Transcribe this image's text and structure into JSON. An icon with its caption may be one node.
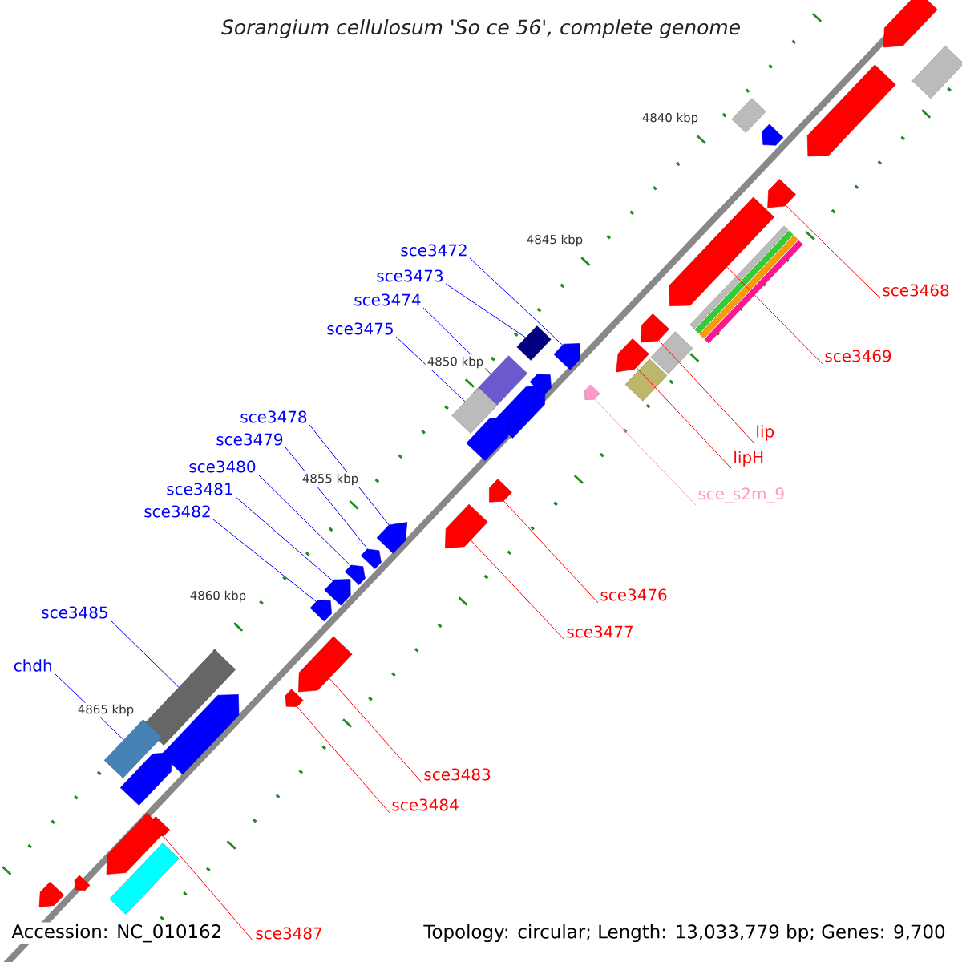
{
  "diagram": {
    "title": "Sorangium cellulosum 'So ce 56', complete genome",
    "nodes": [
      {
        "text": [
          "sce3472"
        ]
      },
      {
        "text": [
          "sce3473"
        ]
      },
      {
        "text": [
          "sce3468"
        ]
      },
      {
        "text": [
          "sce3474"
        ]
      },
      {
        "text": [
          "sce3475"
        ]
      },
      {
        "text": [
          "sce3469"
        ]
      },
      {
        "text": [
          "sce3478"
        ]
      },
      {
        "text": [
          "lip"
        ]
      },
      {
        "text": [
          "sce3479"
        ]
      },
      {
        "text": [
          "lipH"
        ]
      },
      {
        "text": [
          "sce3480"
        ]
      },
      {
        "text": [
          "sce3481"
        ]
      },
      {
        "text": [
          "sce_s2m_9"
        ]
      },
      {
        "text": [
          "sce3482"
        ]
      },
      {
        "text": [
          "sce3476"
        ]
      },
      {
        "text": [
          "sce3485"
        ]
      },
      {
        "text": [
          "sce3477"
        ]
      },
      {
        "text": [
          "chdh"
        ]
      },
      {
        "text": [
          "sce3483"
        ]
      },
      {
        "text": [
          "sce3484"
        ]
      },
      {
        "text": [
          "sce3487"
        ]
      },
      {
        "text": [],
        "shape": "arrow"
      },
      {
        "text": [],
        "shape": "arrow"
      },
      {
        "text": [],
        "shape": "arrow"
      },
      {
        "text": [],
        "shape": "box"
      },
      {
        "text": [],
        "shape": "arrow"
      },
      {
        "text": [],
        "shape": "arrow"
      },
      {
        "text": [],
        "shape": "box"
      },
      {
        "text": [],
        "shape": "arrow"
      },
      {
        "text": [],
        "shape": "box"
      },
      {
        "text": [],
        "shape": "arrow"
      },
      {
        "text": [],
        "shape": "arrow"
      },
      {
        "text": [],
        "shape": "arrow"
      },
      {
        "text": [],
        "shape": "arrow"
      },
      {
        "text": [],
        "shape": "arrow"
      },
      {
        "text": [],
        "shape": "arrow"
      },
      {
        "text": [],
        "shape": "arrow"
      },
      {
        "text": [],
        "shape": "arrow"
      },
      {
        "text": [],
        "shape": "box"
      },
      {
        "text": [],
        "shape": "arrow"
      },
      {
        "text": [],
        "shape": "box"
      },
      {
        "text": [],
        "shape": "arrow"
      },
      {
        "text": [],
        "shape": "arrow"
      },
      {
        "text": [],
        "shape": "arrow"
      },
      {
        "text": [],
        "shape": "box"
      },
      {
        "text": [],
        "shape": "box"
      },
      {
        "text": [],
        "shape": "arrow"
      },
      {
        "text": [],
        "shape": "bar"
      },
      {
        "text": [],
        "shape": "bar"
      },
      {
        "text": [],
        "shape": "bar"
      },
      {
        "text": [],
        "shape": "bar"
      },
      {
        "text": [],
        "shape": "box"
      },
      {
        "text": [],
        "shape": "box"
      },
      {
        "text": [],
        "shape": "arrow"
      },
      {
        "text": [],
        "shape": "arrow"
      },
      {
        "text": [],
        "shape": "arrow"
      },
      {
        "text": [],
        "shape": "arrow"
      },
      {
        "text": [],
        "shape": "arrow"
      },
      {
        "text": [],
        "shape": "arrow"
      },
      {
        "text": [],
        "shape": "box"
      },
      {
        "text": [],
        "shape": "arrow"
      },
      {
        "text": [],
        "shape": "arrow"
      }
    ],
    "edges": [
      {
        "from": 0,
        "to": 23,
        "arrow": "none"
      },
      {
        "from": 1,
        "to": 24,
        "arrow": "none"
      },
      {
        "from": 2,
        "to": 21,
        "arrow": "none",
        "color": "#ff0000"
      },
      {
        "from": 3,
        "to": 27,
        "arrow": "none"
      },
      {
        "from": 4,
        "to": 29,
        "arrow": "none"
      },
      {
        "from": 5,
        "to": 22,
        "arrow": "none",
        "color": "#ff0000"
      },
      {
        "from": 6,
        "to": 32,
        "arrow": "none"
      },
      {
        "from": 7,
        "to": 25,
        "arrow": "none",
        "color": "#ff0000"
      },
      {
        "from": 8,
        "to": 33,
        "arrow": "none"
      },
      {
        "from": 9,
        "to": 26,
        "arrow": "none",
        "color": "#ff0000"
      },
      {
        "from": 10,
        "to": 34,
        "arrow": "none"
      },
      {
        "from": 11,
        "to": 35,
        "arrow": "none"
      },
      {
        "from": 12,
        "to": 28,
        "arrow": "none",
        "color": "#ff99cc"
      },
      {
        "from": 13,
        "to": 36,
        "arrow": "none"
      },
      {
        "from": 14,
        "to": 30,
        "arrow": "none",
        "color": "#ff0000"
      },
      {
        "from": 15,
        "to": 38,
        "arrow": "none"
      },
      {
        "from": 16,
        "to": 31,
        "arrow": "none",
        "color": "#ff0000"
      },
      {
        "from": 17,
        "to": 40,
        "arrow": "none"
      },
      {
        "from": 18,
        "to": 37,
        "arrow": "none",
        "color": "#ff0000"
      },
      {
        "from": 19,
        "to": 39,
        "arrow": "none",
        "color": "#ff0000"
      },
      {
        "from": 20,
        "to": 41,
        "arrow": "none",
        "color": "#ff0000"
      }
    ],
    "labels": [
      "4840 kbp",
      "4845 kbp",
      "4850 kbp",
      "4855 kbp",
      "4860 kbp",
      "4865 kbp",
      "Accession: NC_010162",
      "Topology: circular; Length: 13,033,779 bp; Genes: 9,700"
    ]
  }
}
